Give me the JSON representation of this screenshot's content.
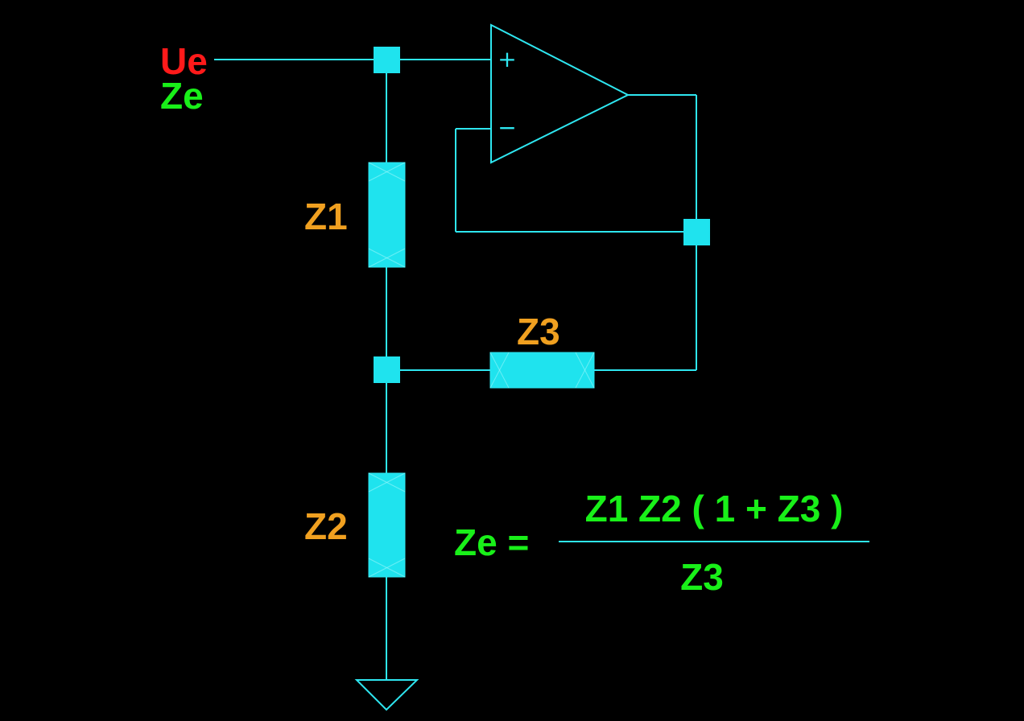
{
  "labels": {
    "input_voltage": "Ue",
    "input_impedance": "Ze",
    "z1": "Z1",
    "z2": "Z2",
    "z3": "Z3"
  },
  "formula": {
    "lhs": "Ze =",
    "numerator": "Z1 Z2 ( 1 + Z3 )",
    "denominator": "Z3"
  },
  "opamp": {
    "plus_sign": "+",
    "minus_sign": "−"
  },
  "colors": {
    "wire": "#2ee6f0",
    "input_voltage": "#ff1a1a",
    "impedance_label": "#f0a020",
    "formula": "#19f019"
  },
  "icons": {
    "opamp": "triangle-opamp-icon",
    "ground": "ground-symbol-icon"
  }
}
